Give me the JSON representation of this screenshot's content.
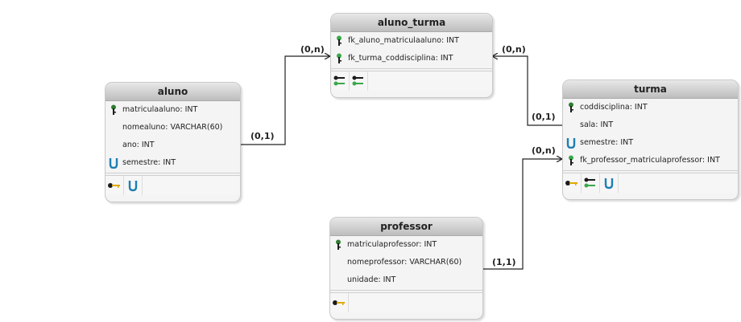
{
  "entities": {
    "aluno": {
      "title": "aluno",
      "attributes": [
        {
          "text": "matriculaaluno: INT",
          "icon": "primary-key-icon"
        },
        {
          "text": "nomealuno: VARCHAR(60)",
          "icon": ""
        },
        {
          "text": "ano: INT",
          "icon": ""
        },
        {
          "text": "semestre: INT",
          "icon": "unique-index-icon"
        }
      ]
    },
    "aluno_turma": {
      "title": "aluno_turma",
      "attributes": [
        {
          "text": "fk_aluno_matriculaaluno: INT",
          "icon": "foreign-key-icon"
        },
        {
          "text": "fk_turma_coddisciplina: INT",
          "icon": "foreign-key-icon"
        }
      ]
    },
    "turma": {
      "title": "turma",
      "attributes": [
        {
          "text": "coddisciplina: INT",
          "icon": "primary-key-icon"
        },
        {
          "text": "sala: INT",
          "icon": ""
        },
        {
          "text": "semestre: INT",
          "icon": "unique-index-icon"
        },
        {
          "text": "fk_professor_matriculaprofessor: INT",
          "icon": "foreign-key-icon"
        }
      ]
    },
    "professor": {
      "title": "professor",
      "attributes": [
        {
          "text": "matriculaprofessor: INT",
          "icon": "primary-key-icon"
        },
        {
          "text": "nomeprofessor: VARCHAR(60)",
          "icon": ""
        },
        {
          "text": "unidade: INT",
          "icon": ""
        }
      ]
    }
  },
  "relationships": {
    "aluno_to_aluno_turma": {
      "from_card": "(0,1)",
      "to_card": "(0,n)"
    },
    "turma_to_aluno_turma": {
      "from_card": "(0,1)",
      "to_card": "(0,n)"
    },
    "professor_to_turma": {
      "from_card": "(1,1)",
      "to_card": "(0,n)"
    }
  },
  "colors": {
    "primary_key": "#2e7d32",
    "foreign_key": "#3aa84a",
    "unique_index": "#1e7fb3",
    "gold_key": "#e0a800",
    "edge": "#222222"
  }
}
